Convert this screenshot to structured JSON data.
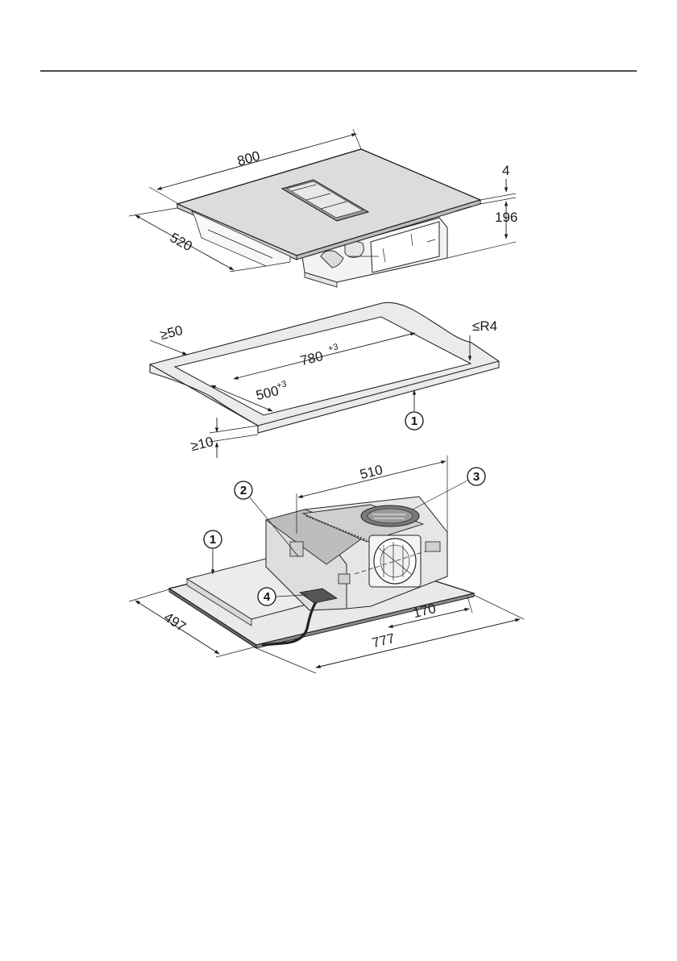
{
  "figure1": {
    "dims": {
      "width": "800",
      "depth": "520",
      "glass_thickness": "4",
      "installation_height": "196"
    }
  },
  "figure2": {
    "dims": {
      "edge_clearance": "≥50",
      "cutout_width": "780",
      "cutout_width_tol": "+3",
      "cutout_depth": "500",
      "cutout_depth_tol": "+3",
      "corner_radius": "≤R4",
      "worktop_thickness": "≥10"
    },
    "callout": "1"
  },
  "figure3": {
    "dims": {
      "fan_offset": "510",
      "width": "777",
      "depth": "497",
      "outlet_offset": "170"
    },
    "callouts": [
      "1",
      "2",
      "3",
      "4"
    ]
  }
}
